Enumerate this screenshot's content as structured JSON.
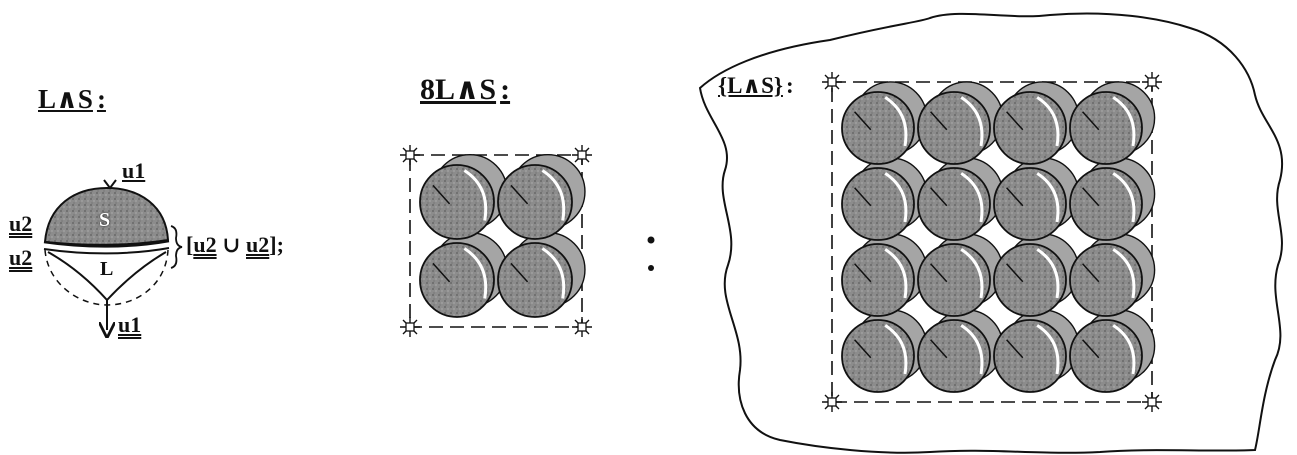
{
  "panel1": {
    "title": "L∧S",
    "title_colon": ":",
    "top_port": "u1",
    "left_port_top": "u2",
    "left_port_bottom": "u2",
    "bottom_port": "u1",
    "upper_region": "S",
    "lower_region": "L",
    "formula_open": "[",
    "formula_a": "u2",
    "formula_op": "∪",
    "formula_b": "u2",
    "formula_close": "];"
  },
  "panel2": {
    "title": "8L∧S",
    "title_colon": ":"
  },
  "separator": ":",
  "panel3": {
    "title": "{L∧S}",
    "title_colon": ":"
  },
  "colors": {
    "ink": "#111111",
    "ball_fill": "#8f8f8f",
    "ball_shade": "#6e6e6e",
    "paper": "#ffffff"
  }
}
